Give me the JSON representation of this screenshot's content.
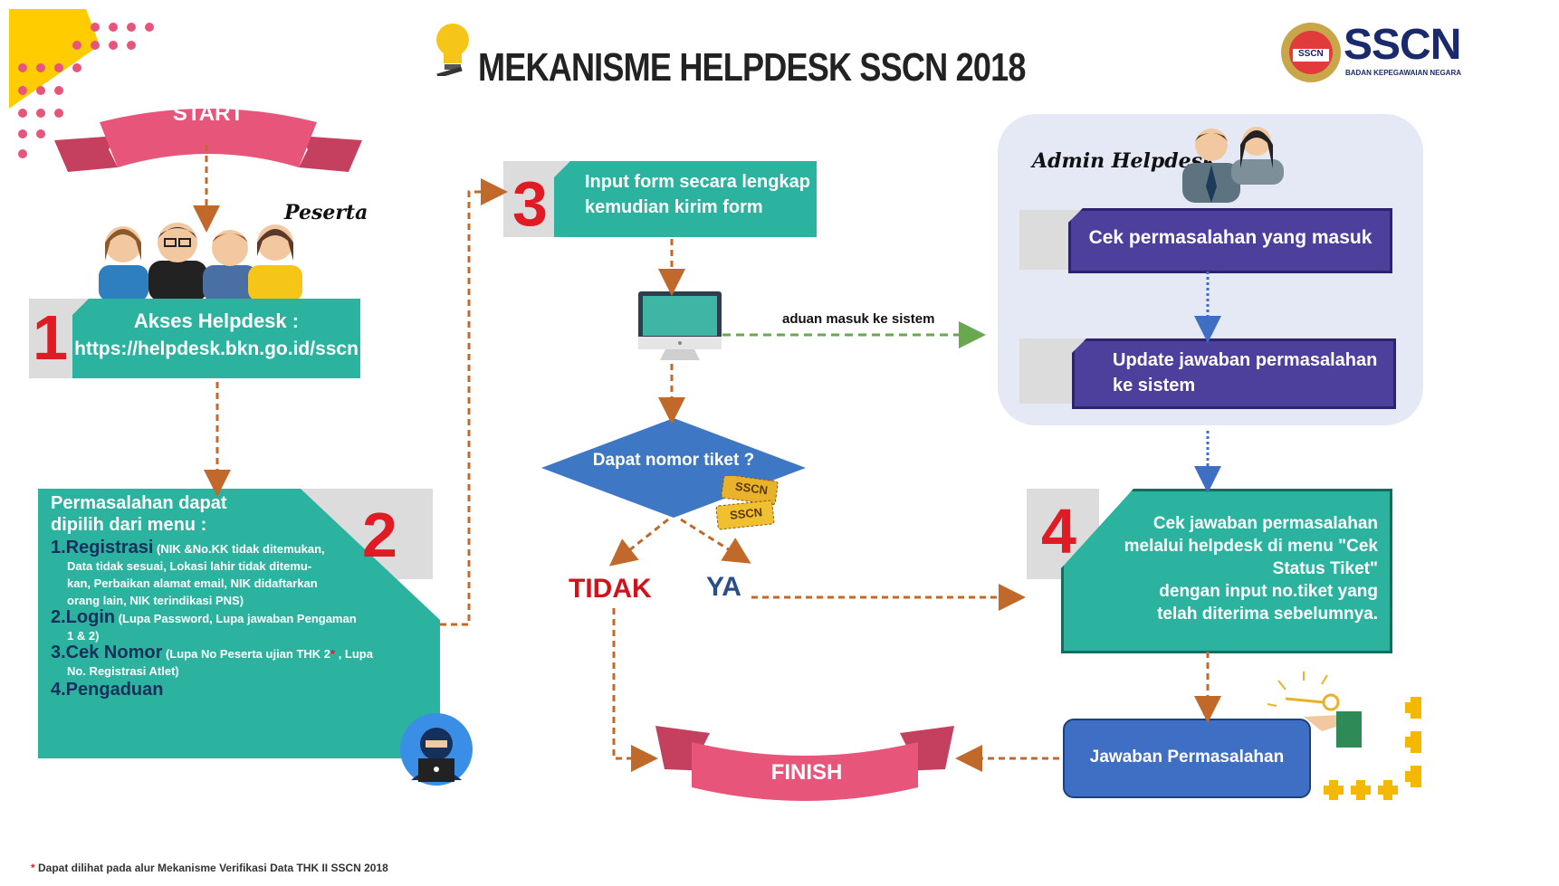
{
  "title": "MEKANISME HELPDESK SSCN 2018",
  "logo": {
    "text": "SSCN",
    "subtitle": "BADAN KEPEGAWAIAN NEGARA",
    "seal_text": "SSCN"
  },
  "start_label": "START",
  "finish_label": "FINISH",
  "peserta_label": "Peserta",
  "admin_label": "Admin Helpdesk",
  "steps": {
    "s1": {
      "number": "1",
      "line1": "Akses Helpdesk :",
      "line2": "https://helpdesk.bkn.go.id/sscn"
    },
    "s2": {
      "number": "2",
      "heading1": "Permasalahan dapat",
      "heading2": "dipilih dari menu :",
      "items": [
        {
          "title": "1.Registrasi",
          "detail1": " (NIK &No.KK tidak ditemukan,",
          "detail2": "Data tidak sesuai, Lokasi lahir tidak ditemu-",
          "detail3": "kan, Perbaikan alamat email, NIK didaftarkan",
          "detail4": "orang lain, NIK terindikasi PNS)"
        },
        {
          "title": "2.Login",
          "detail1": " (Lupa  Password, Lupa jawaban Pengaman",
          "detail2": "1 & 2)"
        },
        {
          "title": "3.Cek Nomor",
          "detail1": " (Lupa No Peserta ujian THK 2",
          "star": "*",
          "detail1b": " , Lupa",
          "detail2": "No. Registrasi Atlet)"
        },
        {
          "title": "4.Pengaduan"
        }
      ]
    },
    "s3": {
      "number": "3",
      "line1": "Input form secara lengkap",
      "line2": "kemudian kirim form"
    },
    "s4": {
      "number": "4",
      "line1": "Cek jawaban permasalahan",
      "line2": "melalui helpdesk di menu \"Cek",
      "line3": "Status Tiket\"",
      "line4": "dengan input no.tiket yang",
      "line5": "telah diterima sebelumnya."
    }
  },
  "admin_steps": {
    "cek": "Cek permasalahan yang masuk",
    "update1": "Update jawaban permasalahan",
    "update2": "ke sistem"
  },
  "aduan_label": "aduan masuk ke sistem",
  "decision": {
    "question": "Dapat nomor tiket ?",
    "no": "TIDAK",
    "yes": "YA",
    "ticket1": "SSCN",
    "ticket2": "SSCN"
  },
  "jawaban_label": "Jawaban Permasalahan",
  "footnote": {
    "star": "*",
    "text": " Dapat dilihat  pada alur  Mekanisme  Verifikasi  Data  THK II SSCN  2018"
  },
  "colors": {
    "teal": "#2bb3a0",
    "purple": "#4d3f9c",
    "red": "#e01b24",
    "pink": "#e8557a",
    "orange_arrow": "#c0692a",
    "blue_diamond": "#3e77c4",
    "green_arrow": "#6aa84f"
  }
}
